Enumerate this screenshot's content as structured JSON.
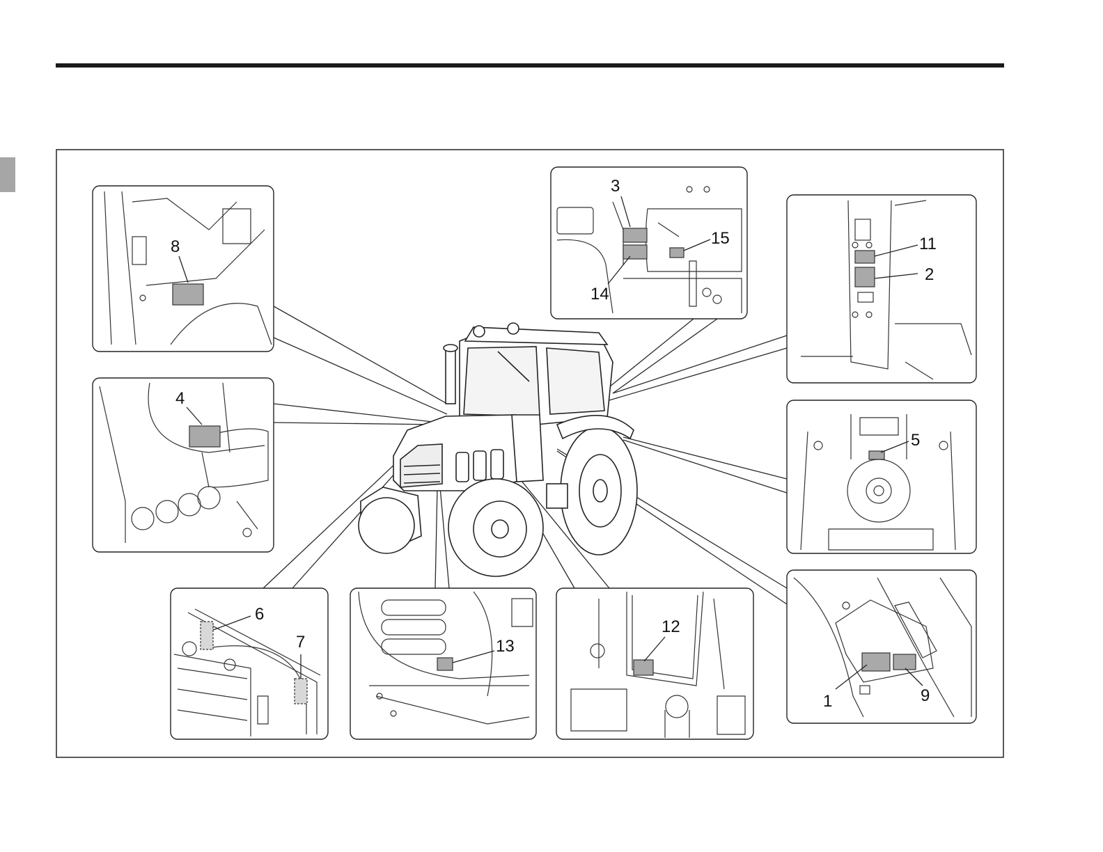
{
  "figure": {
    "callouts": [
      "1",
      "2",
      "3",
      "4",
      "5",
      "6",
      "7",
      "8",
      "9",
      "11",
      "12",
      "13",
      "14",
      "15"
    ]
  },
  "colors": {
    "rule": "#1a1a1a",
    "side_tab": "#a6a6a6",
    "label_fill": "#a9a9a9",
    "line": "#2a2a2a"
  }
}
